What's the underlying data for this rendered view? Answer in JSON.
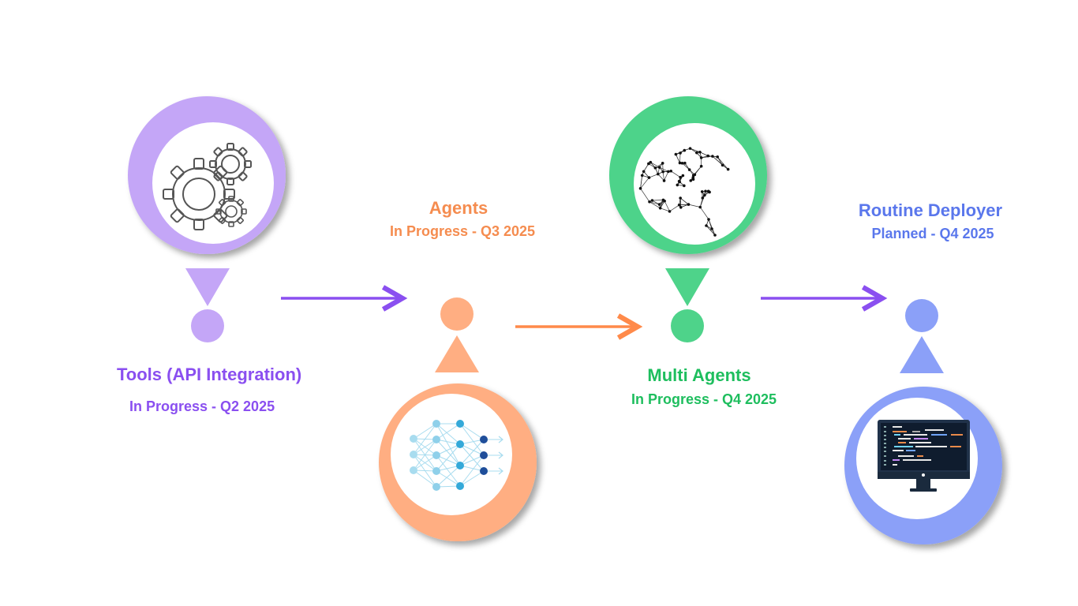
{
  "colors": {
    "purple": "#c4a6f7",
    "purple_text": "#8a4ff0",
    "orange": "#ffae82",
    "orange_text": "#f58c4f",
    "green": "#4ed38a",
    "green_text": "#1ebe5e",
    "blue": "#8ba0f8",
    "blue_text": "#5a77ec",
    "arrow_purple": "#8a4ff0",
    "arrow_orange": "#ff8a4a"
  },
  "milestones": [
    {
      "title": "Tools (API Integration)",
      "status": "In Progress - Q2 2025",
      "icon": "gears-icon"
    },
    {
      "title": "Agents",
      "status": "In Progress - Q3 2025",
      "icon": "neural-network-icon"
    },
    {
      "title": "Multi Agents",
      "status": "In Progress - Q4 2025",
      "icon": "brain-network-icon"
    },
    {
      "title": "Routine Deployer",
      "status": "Planned - Q4 2025",
      "icon": "code-monitor-icon"
    }
  ]
}
